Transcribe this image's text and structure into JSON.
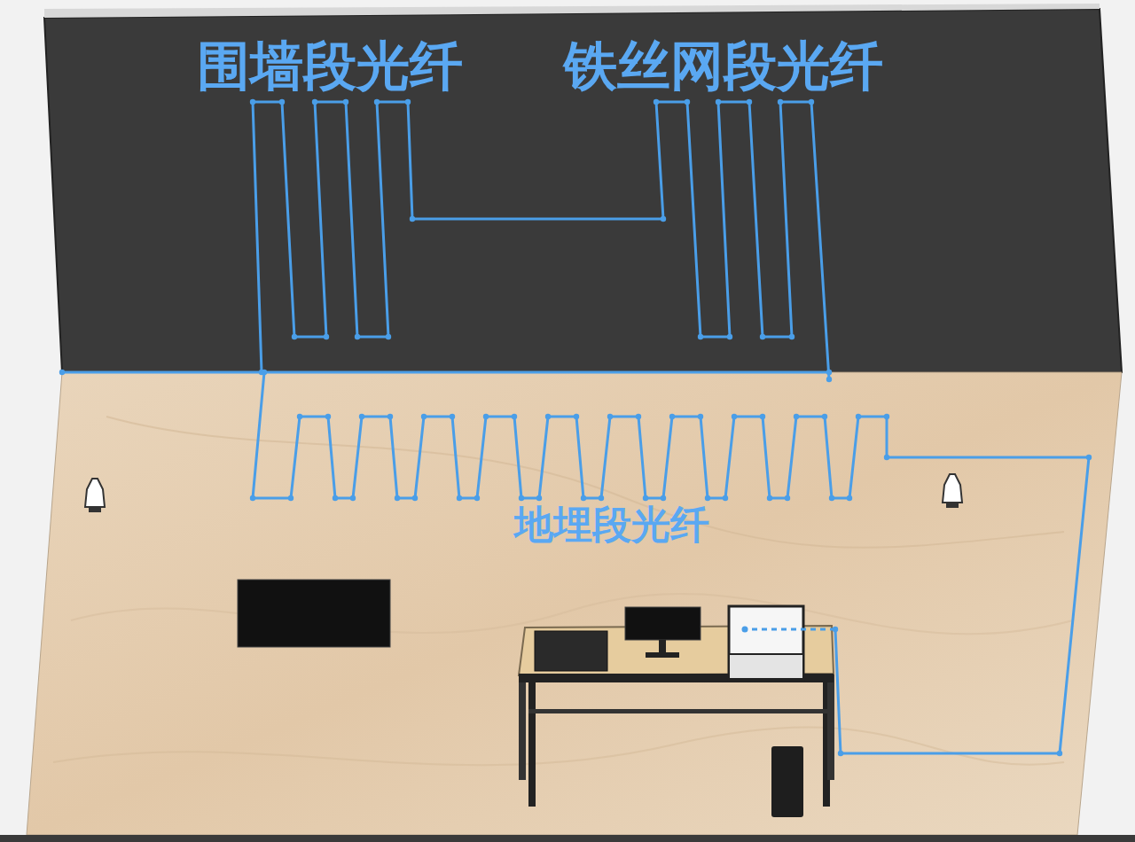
{
  "diagram": {
    "labels": [
      "围墙段光纤",
      "铁丝网段光纤",
      "地埋段光纤"
    ]
  }
}
